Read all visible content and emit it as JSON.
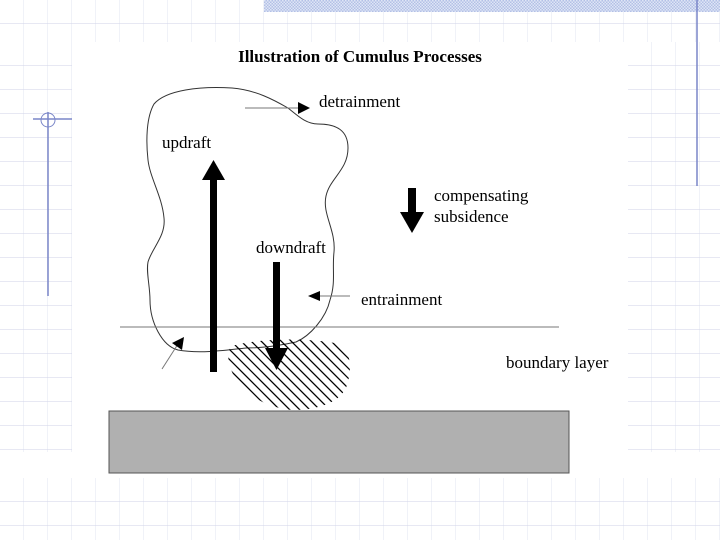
{
  "slide": {
    "title": "Illustration of Cumulus Processes",
    "labels": {
      "detrainment": "detrainment",
      "updraft": "updraft",
      "compensating": "compensating",
      "subsidence": "subsidence",
      "downdraft": "downdraft",
      "entrainment": "entrainment",
      "boundary_layer": "boundary layer"
    },
    "colors": {
      "accent_blue": "#7a86c8",
      "ground_fill": "#b0b0b0",
      "ground_border": "#555555",
      "ink": "#000000"
    }
  }
}
